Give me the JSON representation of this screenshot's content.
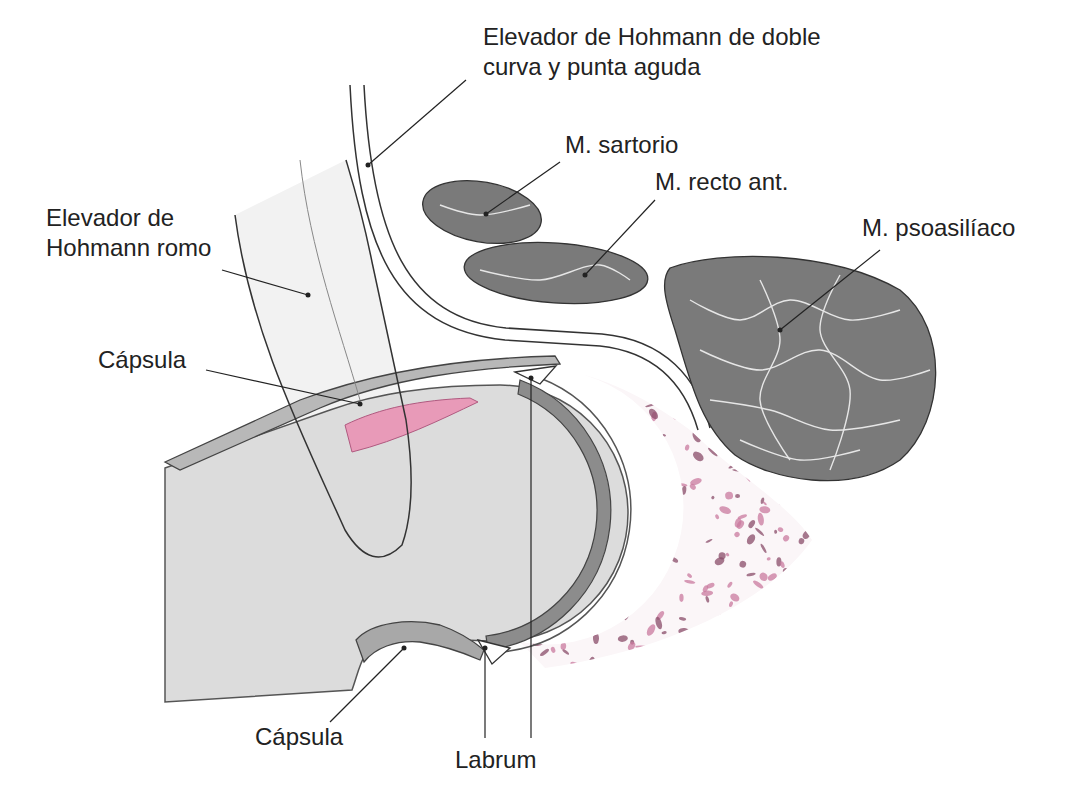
{
  "diagram": {
    "labels": [
      "Elevador de Hohmann de doble curva y punta aguda",
      "M. sartorio",
      "M. recto ant.",
      "M. psoasilíaco",
      "Elevador de Hohmann romo",
      "Cápsula",
      "Cápsula",
      "Labrum"
    ]
  }
}
